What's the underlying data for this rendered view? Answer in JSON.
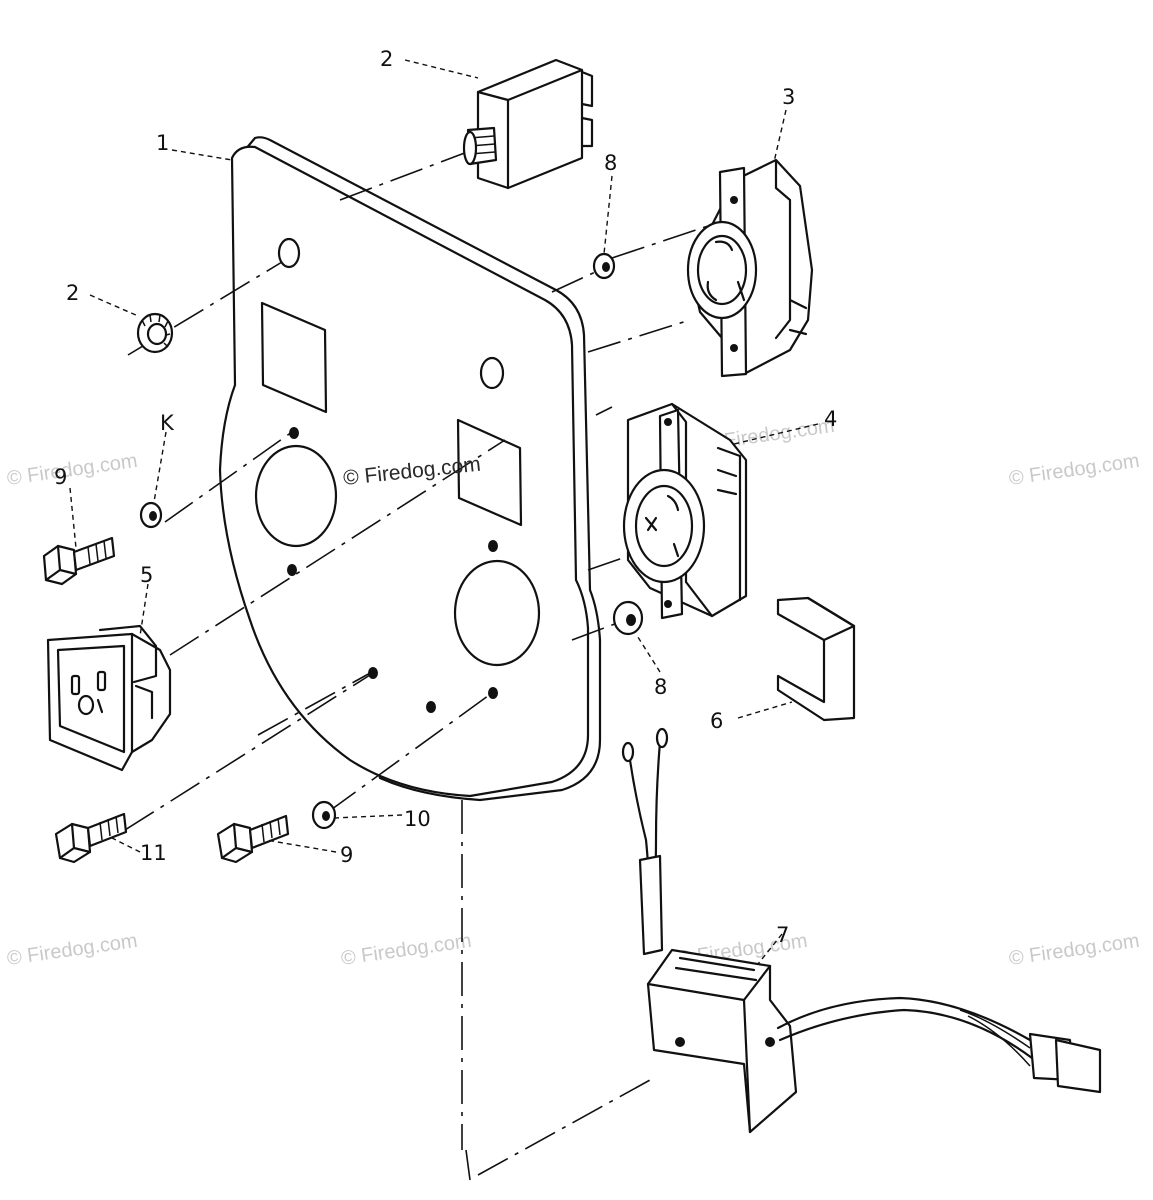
{
  "diagram": {
    "callouts": {
      "plate": "1",
      "breaker": "2",
      "breaker_nut": "2",
      "receptacle_twist_a": "3",
      "receptacle_twist_b": "4",
      "duplex_receptacle": "5",
      "bracket": "6",
      "rectifier": "7",
      "washer_upper": "8",
      "washer_lower": "8",
      "screw_left": "9",
      "screw_bottom": "9",
      "washer_bottom": "10",
      "screw_long": "11",
      "lockwasher": "K"
    },
    "watermarks": {
      "text": "© Firedog.com",
      "center_text": "© Firedog.com"
    }
  }
}
